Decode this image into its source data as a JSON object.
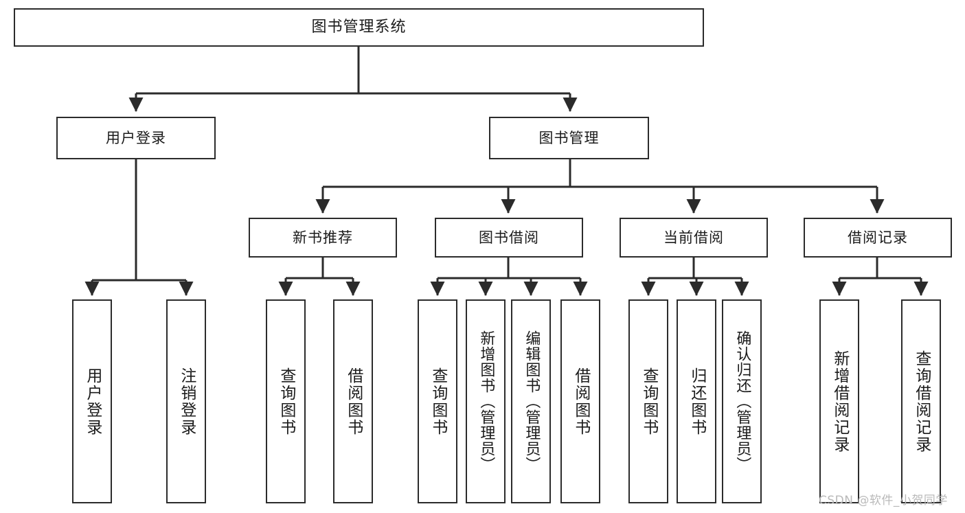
{
  "diagram": {
    "title": "图书管理系统",
    "type": "tree-structure-chart",
    "nodes": {
      "root": {
        "label": "图书管理系统"
      },
      "level2": [
        {
          "id": "user-login",
          "label": "用户登录"
        },
        {
          "id": "book-manage",
          "label": "图书管理"
        }
      ],
      "level3": [
        {
          "id": "new-book-recommend",
          "label": "新书推荐"
        },
        {
          "id": "book-borrow",
          "label": "图书借阅"
        },
        {
          "id": "current-borrow",
          "label": "当前借阅"
        },
        {
          "id": "borrow-record",
          "label": "借阅记录"
        }
      ],
      "leaves": [
        {
          "id": "leaf-user-login",
          "label": "用户登录"
        },
        {
          "id": "leaf-logout-login",
          "label": "注销登录"
        },
        {
          "id": "leaf-query-book-1",
          "label": "查询图书"
        },
        {
          "id": "leaf-borrow-book-1",
          "label": "借阅图书"
        },
        {
          "id": "leaf-query-book-2",
          "label": "查询图书"
        },
        {
          "id": "leaf-add-book",
          "label": "新增图书（管理员）"
        },
        {
          "id": "leaf-edit-book",
          "label": "编辑图书（管理员）"
        },
        {
          "id": "leaf-borrow-book-2",
          "label": "借阅图书"
        },
        {
          "id": "leaf-query-book-3",
          "label": "查询图书"
        },
        {
          "id": "leaf-return-book",
          "label": "归还图书"
        },
        {
          "id": "leaf-confirm-return",
          "label": "确认归还（管理员）"
        },
        {
          "id": "leaf-add-record",
          "label": "新增借阅记录"
        },
        {
          "id": "leaf-query-record",
          "label": "查询借阅记录"
        }
      ]
    },
    "colors": {
      "background": "#ffffff",
      "node_border": "#2b2b2b",
      "node_fill": "#ffffff",
      "connector": "#2b2b2b",
      "text": "#1b1b1b",
      "watermark": "#b9b9b9"
    }
  },
  "watermark": {
    "text": "CSDN @软件_小贺同学"
  }
}
